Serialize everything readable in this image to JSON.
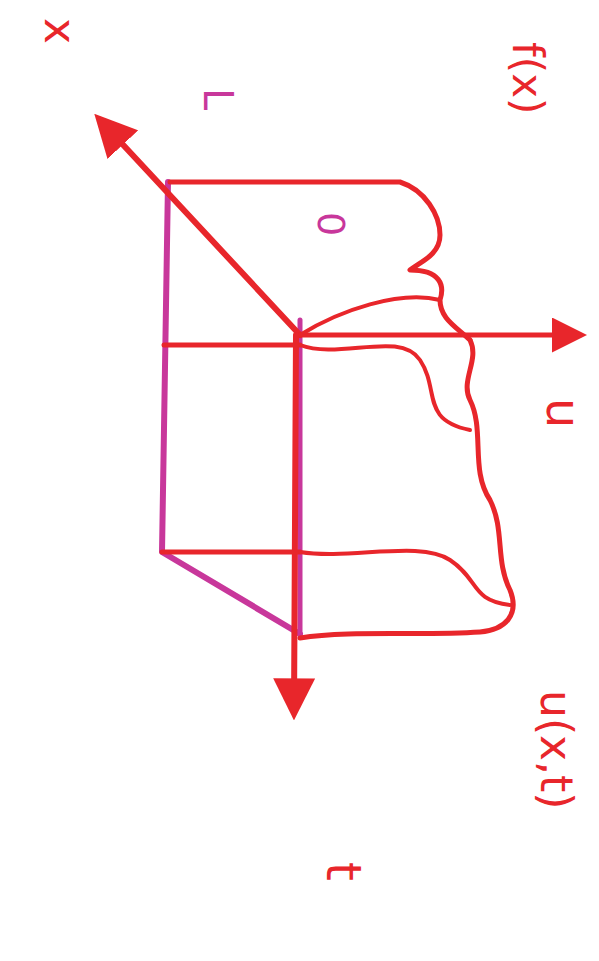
{
  "diagram": {
    "labels": [
      "x",
      "L",
      "f(x)",
      "0",
      "u",
      "t",
      "u(x,t)"
    ]
  }
}
